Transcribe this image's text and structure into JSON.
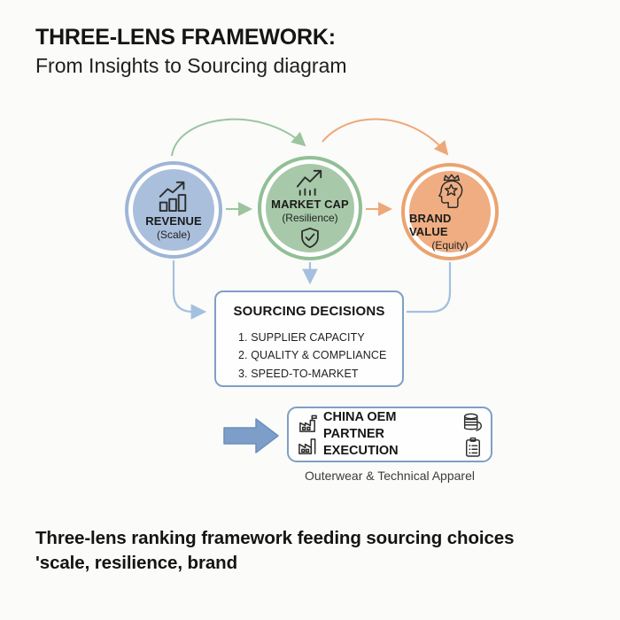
{
  "header": {
    "title": "THREE-LENS FRAMEWORK:",
    "subtitle": "From Insights to Sourcing diagram"
  },
  "lenses": {
    "revenue": {
      "label": "REVENUE",
      "sublabel": "(Scale)",
      "icon": "bar-chart-growth-icon",
      "fill": "#aabfdc",
      "ring": "#9fb5d7"
    },
    "market_cap": {
      "label": "MARKET CAP",
      "sublabel": "(Resilience)",
      "icon": "line-chart-growth-icon",
      "badge_icon": "shield-check-icon",
      "fill": "#a7c9a9",
      "ring": "#92bf96"
    },
    "brand_value": {
      "label": "BRAND VALUE",
      "sublabel": "(Equity)",
      "icon": "head-star-crown-icon",
      "fill": "#f0ad82",
      "ring": "#eba36f"
    }
  },
  "sourcing": {
    "title": "SOURCING DECISIONS",
    "items": [
      "1. SUPPLIER CAPACITY",
      "2. QUALITY & COMPLIANCE",
      "3. SPEED-TO-MARKET"
    ]
  },
  "execution": {
    "title": "CHINA OEM PARTNER EXECUTION",
    "caption": "Outerwear & Technical Apparel",
    "left_icons": [
      "factory-flag-icon",
      "factory-chimney-icon"
    ],
    "right_icons": [
      "thread-spool-icon",
      "clipboard-checklist-icon"
    ]
  },
  "footer": {
    "line1": "Three-lens ranking framework feeding sourcing choices",
    "line2": "'scale, resilience, brand"
  },
  "colors": {
    "background": "#fbfbf9",
    "connector_blue": "#a4c0e0",
    "connector_green": "#9cc49e",
    "connector_orange": "#eda87a",
    "box_border_blue": "#7f9fc6",
    "execution_arrow_fill": "#7d9ec8",
    "text": "#1a1a1a"
  }
}
